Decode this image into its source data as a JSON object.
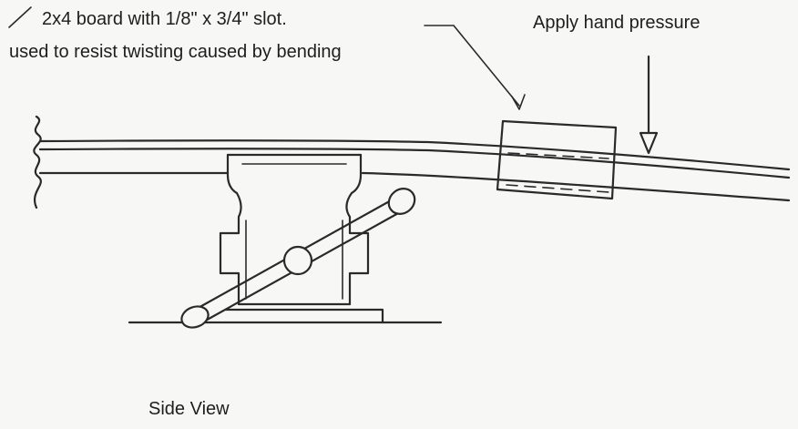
{
  "labels": {
    "board_line1": "2x4 board with 1/8\" x 3/4\" slot.",
    "board_line2": "used to resist twisting caused by bending",
    "pressure": "Apply hand pressure",
    "view": "Side View"
  }
}
